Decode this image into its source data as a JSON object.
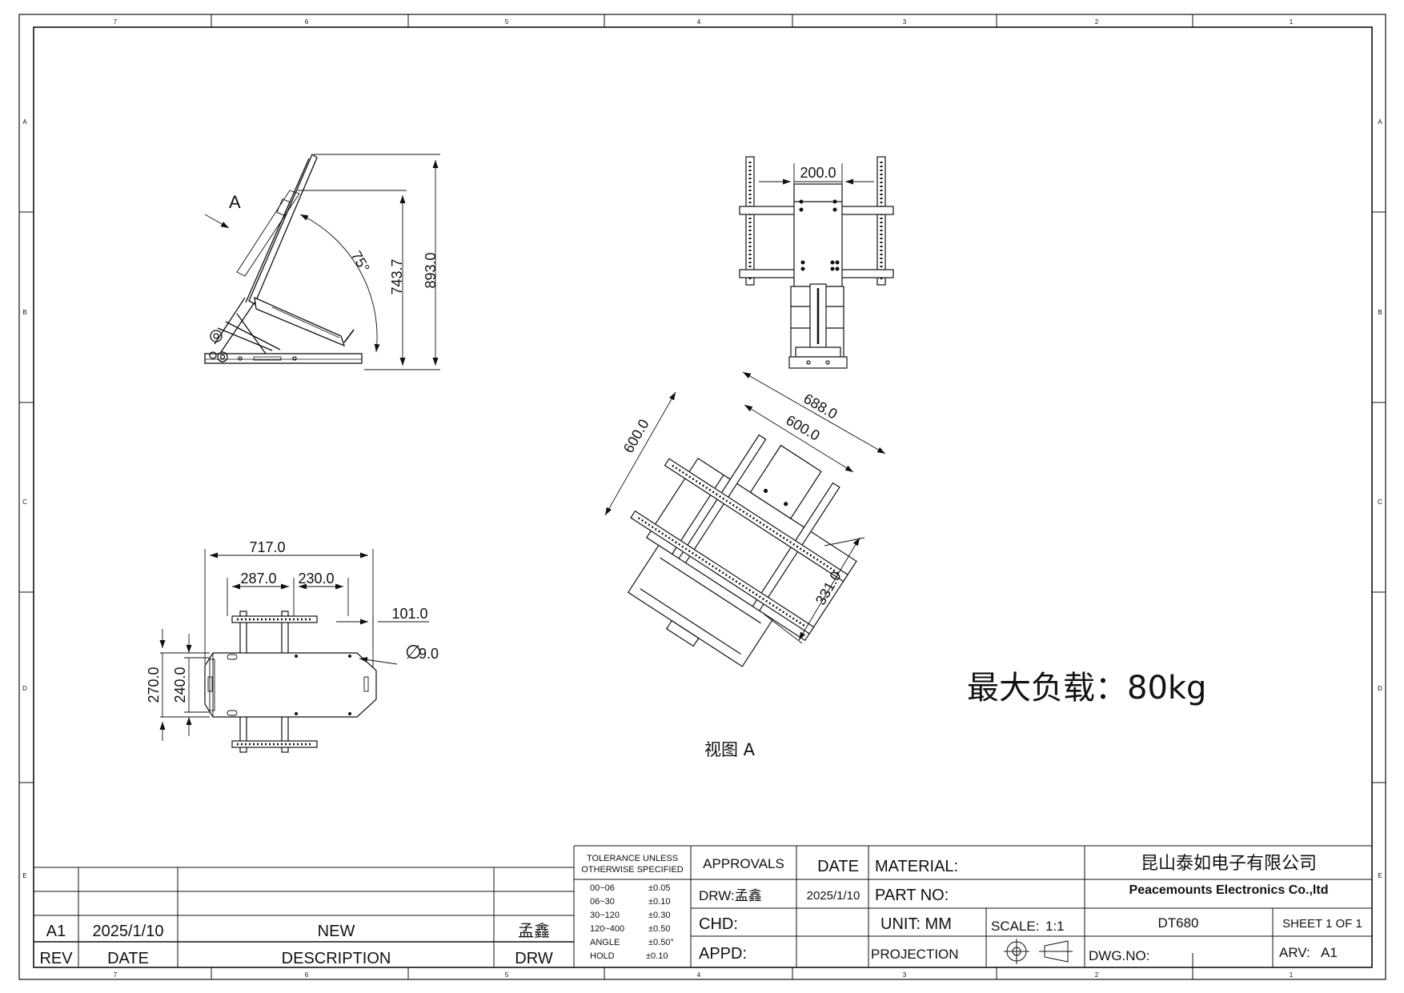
{
  "frame": {
    "zone_cols": [
      "7",
      "6",
      "5",
      "4",
      "3",
      "2",
      "1"
    ],
    "zone_rows": [
      "A",
      "B",
      "C",
      "D",
      "E"
    ]
  },
  "views": {
    "side": {
      "arrow_label": "A",
      "angle": "75°",
      "dim_inner": "743.7",
      "dim_outer": "893.0"
    },
    "front": {
      "dim_top": "200.0"
    },
    "plan": {
      "w_total": "717.0",
      "w_left": "287.0",
      "w_mid": "230.0",
      "w_right": "101.0",
      "h_outer": "270.0",
      "h_inner": "240.0",
      "hole": "9.0"
    },
    "iso": {
      "d1": "688.0",
      "d2": "600.0",
      "d3": "600.0",
      "d4": "331.0"
    },
    "view_a_label": "视图 A",
    "max_load": "最大负载：80kg"
  },
  "revisions": {
    "row": {
      "rev": "A1",
      "date": "2025/1/10",
      "description": "NEW",
      "drw": "孟鑫"
    },
    "headers": {
      "rev": "REV",
      "date": "DATE",
      "description": "DESCRIPTION",
      "drw": "DRW"
    }
  },
  "title_block": {
    "tolerance_title_1": "TOLERANCE UNLESS",
    "tolerance_title_2": "OTHERWISE SPECIFIED",
    "tolerances": [
      {
        "range": "00~06",
        "value": "±0.05"
      },
      {
        "range": "06~30",
        "value": "±0.10"
      },
      {
        "range": "30~120",
        "value": "±0.30"
      },
      {
        "range": "120~400",
        "value": "±0.50"
      },
      {
        "range": "ANGLE",
        "value": "±0.50°"
      },
      {
        "range": "HOLD",
        "value": "±0.10"
      }
    ],
    "approvals": "APPROVALS",
    "date_header": "DATE",
    "drw": "DRW:孟鑫",
    "drw_date": "2025/1/10",
    "chd": "CHD:",
    "appd": "APPD:",
    "material": "MATERIAL:",
    "part_no": "PART NO:",
    "unit": "UNIT: MM",
    "scale": "SCALE:",
    "scale_value": "1:1",
    "projection": "PROJECTION",
    "company_cn": "昆山泰如电子有限公司",
    "company_en": "Peacemounts Electronics Co.,ltd",
    "part_number": "DT680",
    "sheet": "SHEET 1 OF 1",
    "dwg_no": "DWG.NO:",
    "arv": "ARV:",
    "arv_value": "A1"
  }
}
